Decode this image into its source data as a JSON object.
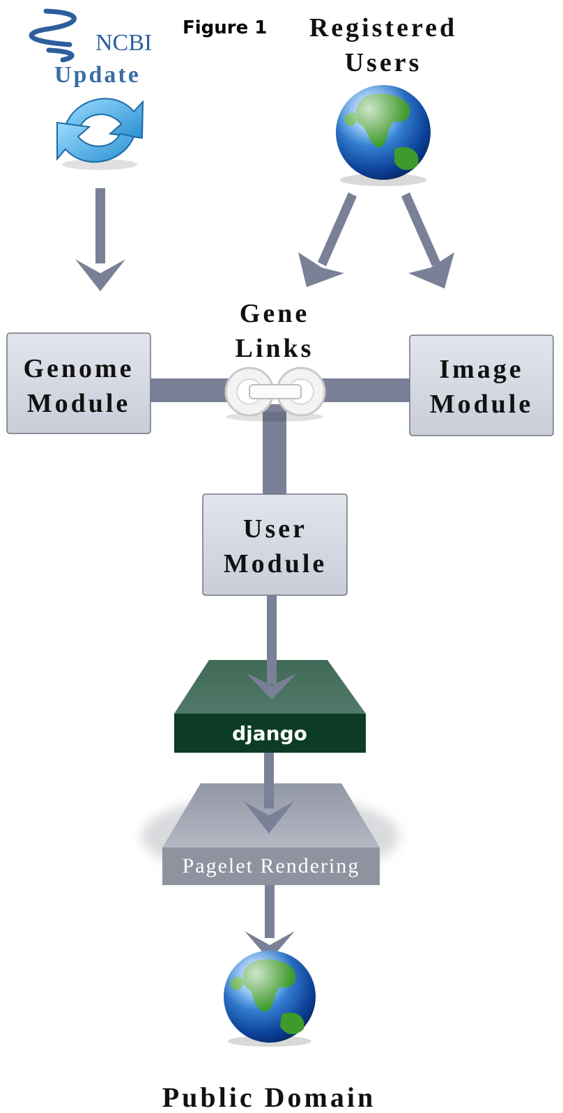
{
  "figure_label": "Figure 1",
  "ncbi": {
    "logo_text": "NCBI",
    "update_label": "Update"
  },
  "registered_users": {
    "line1": "Registered",
    "line2": "Users"
  },
  "gene_links": {
    "line1": "Gene",
    "line2": "Links"
  },
  "genome_module": {
    "line1": "Genome",
    "line2": "Module"
  },
  "image_module": {
    "line1": "Image",
    "line2": "Module"
  },
  "user_module": {
    "line1": "User",
    "line2": "Module"
  },
  "django_label": "django",
  "pagelet_label": "Pagelet Rendering",
  "public_domain_label": "Public Domain",
  "icons": {
    "update": "refresh-icon",
    "users_globe": "globe-icon",
    "links": "chain-link-icon",
    "public_globe": "globe-icon"
  },
  "colors": {
    "arrow": "#7a8096",
    "module_fill": "#d6d9e1",
    "django_dark": "#0c3c26",
    "pagelet": "#8e939f",
    "ncbi_blue": "#2d5e9e"
  }
}
